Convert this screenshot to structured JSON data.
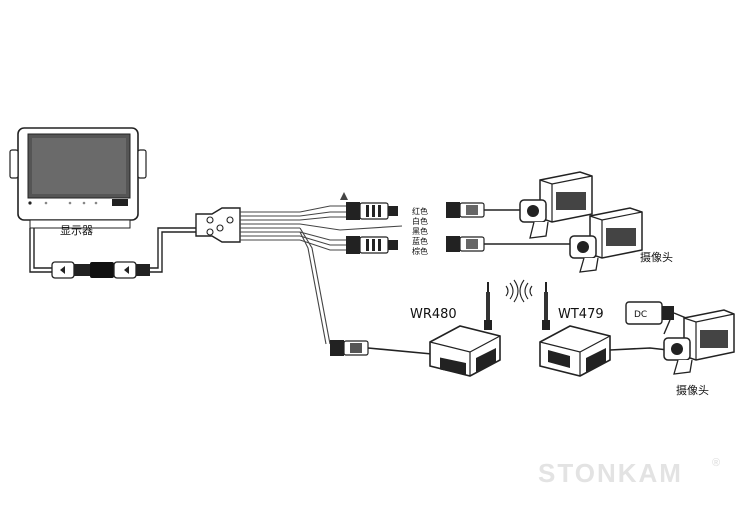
{
  "labels": {
    "monitor": "显示器",
    "camera_top": "摄像头",
    "camera_bottom": "摄像头",
    "transmitter": "WR480",
    "receiver": "WT479",
    "power": "DC",
    "watermark": "STONKAM",
    "registered": "®"
  },
  "wire_colors": [
    "红色",
    "白色",
    "黑色",
    "蓝色",
    "棕色"
  ]
}
